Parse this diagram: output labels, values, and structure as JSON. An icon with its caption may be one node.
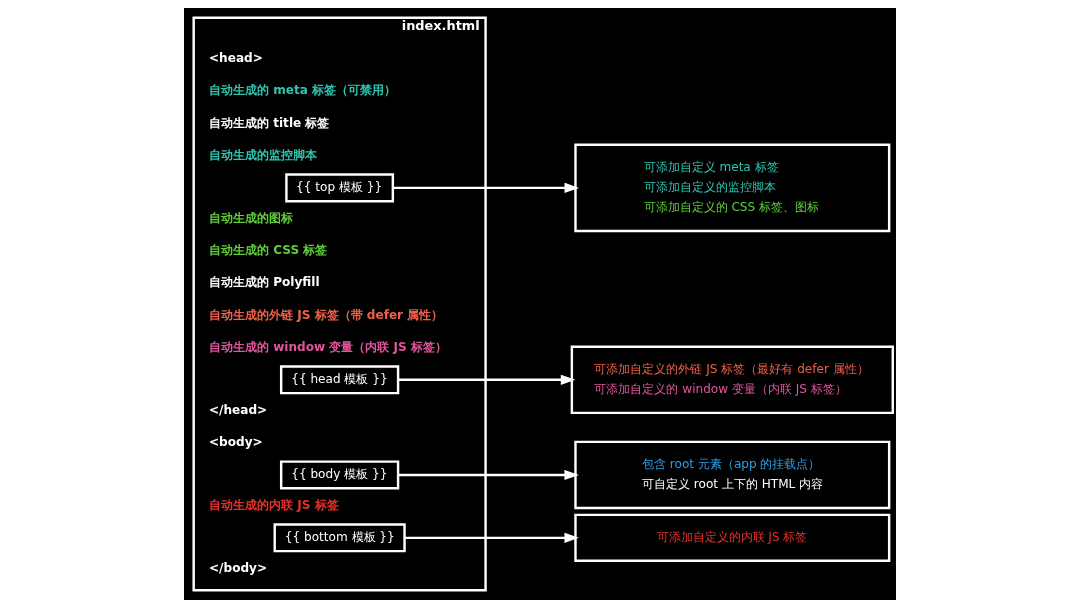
{
  "diagram": {
    "nodes": [
      {
        "text": [
          "index.html"
        ]
      },
      {
        "text": [
          "{{ top 模板 }}"
        ],
        "in": 0
      },
      {
        "text": [
          "{{ head 模板 }}"
        ],
        "in": 0
      },
      {
        "text": [
          "{{ body 模板 }}"
        ],
        "in": 0
      },
      {
        "text": [
          "{{ bottom 模板 }}"
        ],
        "in": 0
      },
      {
        "text": [
          "可添加自定义 meta 标签",
          "可添加自定义的监控脚本",
          "可添加自定义的 CSS 标签、图标"
        ]
      },
      {
        "text": [
          "可添加自定义的外链 JS 标签（最好有 defer 属性）",
          "可添加自定义的 window 变量（内联 JS 标签）"
        ]
      },
      {
        "text": [
          "包含 root 元素（app 的挂载点）",
          "可自定义 root 上下的 HTML 内容"
        ]
      },
      {
        "text": [
          "可添加自定义的内联 JS 标签"
        ]
      }
    ],
    "edges": [
      {
        "from": 1,
        "to": 5,
        "arrow": "to"
      },
      {
        "from": 2,
        "to": 6,
        "arrow": "to"
      },
      {
        "from": 3,
        "to": 7,
        "arrow": "to"
      },
      {
        "from": 4,
        "to": 8,
        "arrow": "to"
      }
    ],
    "labels": [
      "<head>",
      "自动生成的 meta 标签（可禁用）",
      "自动生成的 title 标签",
      "自动生成的监控脚本",
      "自动生成的图标",
      "自动生成的 CSS 标签",
      "自动生成的 Polyfill",
      "自动生成的外链 JS 标签（带 defer 属性）",
      "自动生成的 window 变量（内联 JS 标签）",
      "</head>",
      "<body>",
      "自动生成的内联 JS 标签",
      "</body>"
    ]
  }
}
